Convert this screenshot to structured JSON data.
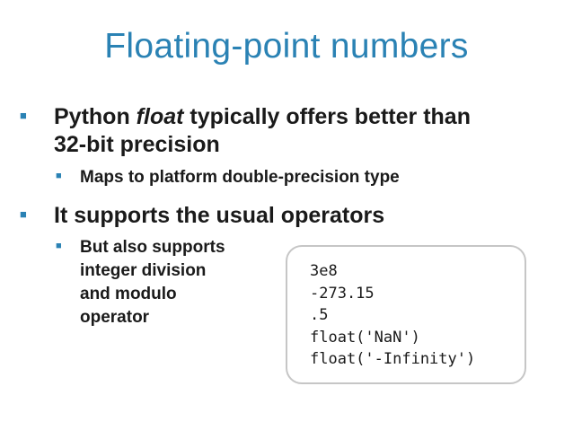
{
  "slide": {
    "title": "Floating-point numbers",
    "bullets": {
      "b1": {
        "prefix": "Python ",
        "emphasis": "float",
        "suffix": " typically offers better than",
        "line2": "32-bit precision"
      },
      "b1_sub": "Maps to platform double-precision type",
      "b2": "It supports the usual operators",
      "b2_sub": {
        "line1": "But also supports",
        "line2": "integer division",
        "line3": "and modulo",
        "line4": "operator"
      }
    },
    "code_lines": [
      "3e8",
      "-273.15",
      ".5",
      "float('NaN')",
      "float('-Infinity')"
    ],
    "colors": {
      "title": "#2a82b4",
      "bullet": "#2a82b4",
      "text": "#1a1a1a",
      "code_border": "#c6c6c6"
    },
    "icons": {
      "bullet": "square-bullet-icon"
    }
  }
}
